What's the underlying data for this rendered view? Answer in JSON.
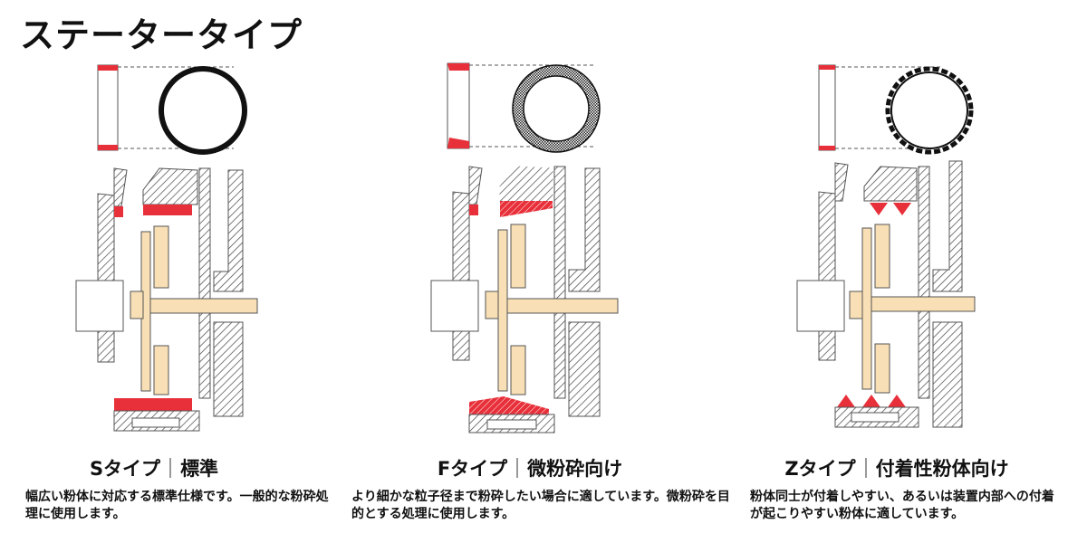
{
  "title": "ステータータイプ",
  "types": [
    {
      "heading_type": "Sタイプ",
      "heading_use": "標準",
      "description": "幅広い粉体に対応する標準仕様です。一般的な粉砕処理に使用します。"
    },
    {
      "heading_type": "Fタイプ",
      "heading_use": "微粉砕向け",
      "description": "より細かな粒子径まで粉砕したい場合に適しています。微粉砕を目的とする処理に使用します。"
    },
    {
      "heading_type": "Zタイプ",
      "heading_use": "付着性粉体向け",
      "description": "粉体同士が付着しやすい、あるいは装置内部への付着が起こりやすい粉体に適しています。"
    }
  ],
  "colors": {
    "stator_red": "#e8303a",
    "rotor_beige": "#f8dfb5",
    "outline": "#555555",
    "hatch": "#444444",
    "ring": "#111111"
  }
}
